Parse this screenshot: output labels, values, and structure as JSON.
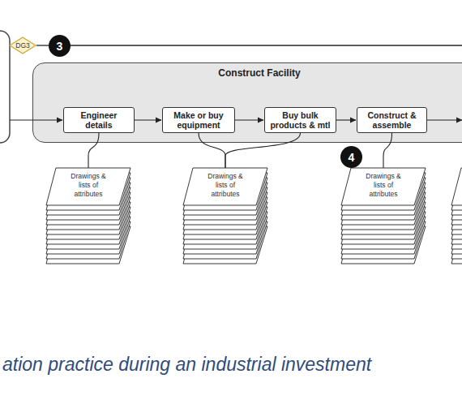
{
  "diagram": {
    "caption": "ation practice during an industrial investment",
    "nodes": [
      {
        "text": [
          "DG3"
        ]
      },
      {
        "text": [
          "Construct Facility"
        ]
      },
      {
        "text": [
          "Engineer details"
        ],
        "in": 1
      },
      {
        "text": [
          "Make or buy equipment"
        ],
        "in": 1
      },
      {
        "text": [
          "Buy bulk products & mtl"
        ],
        "in": 1
      },
      {
        "text": [
          "Construct & assemble"
        ],
        "in": 1
      },
      {
        "text": [
          "Drawings & lists of attributes"
        ]
      },
      {
        "text": [
          "Drawings & lists of attributes"
        ]
      },
      {
        "text": [
          "Drawings & lists of attributes"
        ]
      }
    ],
    "edges": [
      {
        "from": 2,
        "to": 3,
        "arrow": "to"
      },
      {
        "from": 3,
        "to": 4,
        "arrow": "to"
      },
      {
        "from": 4,
        "to": 5,
        "arrow": "to"
      },
      {
        "from": 2,
        "to": 6,
        "arrow": "none"
      },
      {
        "from": 3,
        "to": 7,
        "arrow": "none"
      },
      {
        "from": 4,
        "to": 7,
        "arrow": "none"
      },
      {
        "from": 5,
        "to": 8,
        "arrow": "none"
      }
    ],
    "labels": [
      "3",
      "4"
    ]
  }
}
